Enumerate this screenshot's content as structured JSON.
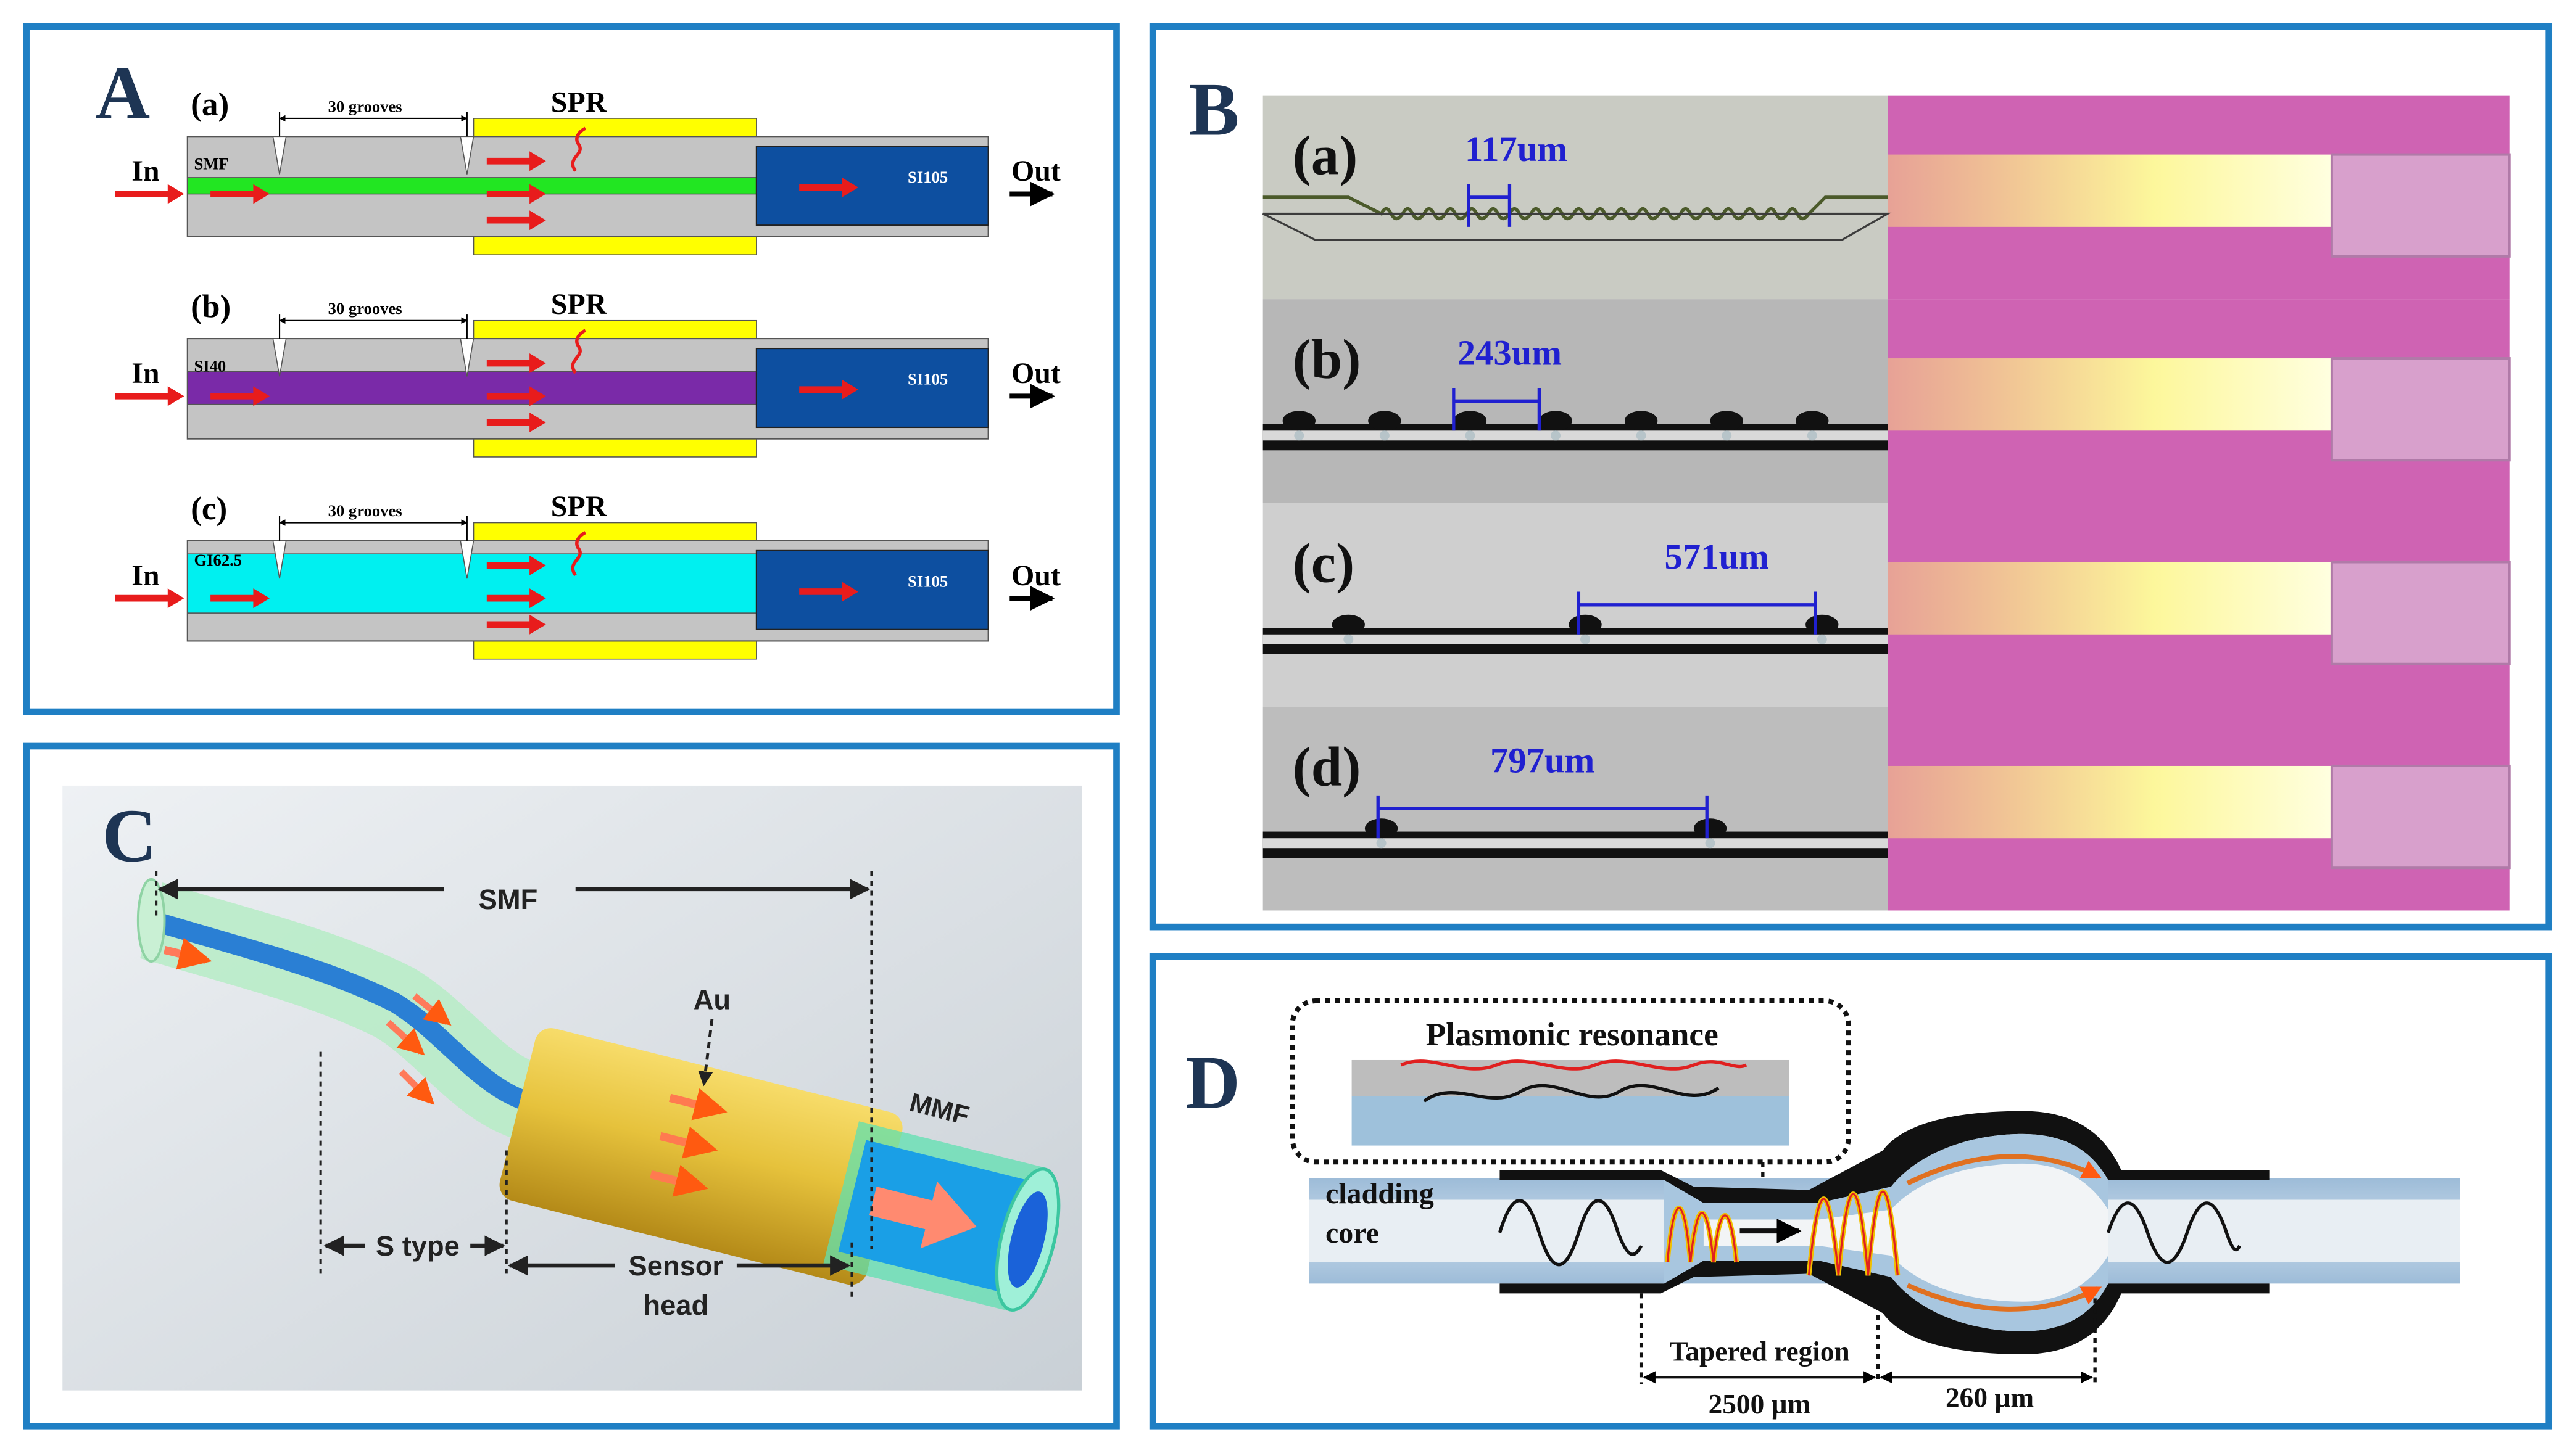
{
  "panels": {
    "A": {
      "letter": "A",
      "rows": [
        {
          "tag": "(a)",
          "grooves": "30 grooves",
          "spr": "SPR",
          "fiber": "SMF",
          "out_fiber": "SI105",
          "input": "In",
          "output": "Out",
          "core_color": "#22e622"
        },
        {
          "tag": "(b)",
          "grooves": "30 grooves",
          "spr": "SPR",
          "fiber": "SI40",
          "out_fiber": "SI105",
          "input": "In",
          "output": "Out",
          "core_color": "#7a2aa8"
        },
        {
          "tag": "(c)",
          "grooves": "30 grooves",
          "spr": "SPR",
          "fiber": "GI62.5",
          "out_fiber": "SI105",
          "input": "In",
          "output": "Out",
          "core_color": "#00f0f0"
        }
      ]
    },
    "B": {
      "letter": "B",
      "rows": [
        {
          "tag": "(a)",
          "period": "117um"
        },
        {
          "tag": "(b)",
          "period": "243um"
        },
        {
          "tag": "(c)",
          "period": "571um"
        },
        {
          "tag": "(d)",
          "period": "797um"
        }
      ]
    },
    "C": {
      "letter": "C",
      "labels": {
        "smf": "SMF",
        "au": "Au",
        "mmf": "MMF",
        "s_type": "S type",
        "sensor_line1": "Sensor",
        "sensor_line2": "head"
      }
    },
    "D": {
      "letter": "D",
      "labels": {
        "plasmonic": "Plasmonic resonance",
        "cladding": "cladding",
        "core": "core",
        "tapered": "Tapered region",
        "dim1": "2500 µm",
        "dim2": "260 µm"
      }
    }
  },
  "colors": {
    "frame": "#1f7fc4",
    "letter": "#1e3554",
    "arrow_red": "#e81c1c",
    "gold": "#ffff00",
    "out_fiber": "#0d4fa0",
    "cladding_gray": "#c4c4c4"
  }
}
